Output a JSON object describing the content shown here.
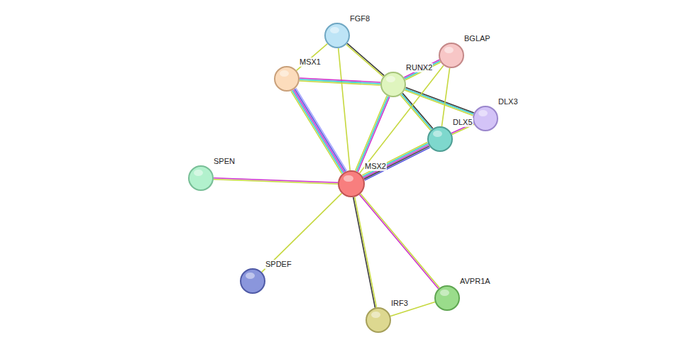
{
  "diagram": {
    "nodes": [
      {
        "text": [
          "FGF8"
        ]
      },
      {
        "text": [
          "BGLAP"
        ]
      },
      {
        "text": [
          "MSX1"
        ]
      },
      {
        "text": [
          "RUNX2"
        ]
      },
      {
        "text": [
          "DLX3"
        ]
      },
      {
        "text": [
          "DLX5"
        ]
      },
      {
        "text": [
          "SPEN"
        ]
      },
      {
        "text": [
          "MSX2"
        ]
      },
      {
        "text": [
          "SPDEF"
        ]
      },
      {
        "text": [
          "IRF3"
        ]
      },
      {
        "text": [
          "AVPR1A"
        ]
      }
    ],
    "edges": [
      {
        "from": 0,
        "to": 2,
        "arrow": "none"
      },
      {
        "from": 0,
        "to": 3,
        "arrow": "none"
      },
      {
        "from": 0,
        "to": 7,
        "arrow": "none"
      },
      {
        "from": 2,
        "to": 3,
        "arrow": "none"
      },
      {
        "from": 2,
        "to": 7,
        "arrow": "none"
      },
      {
        "from": 3,
        "to": 1,
        "arrow": "none"
      },
      {
        "from": 3,
        "to": 4,
        "arrow": "none"
      },
      {
        "from": 3,
        "to": 5,
        "arrow": "none"
      },
      {
        "from": 3,
        "to": 7,
        "arrow": "none"
      },
      {
        "from": 1,
        "to": 5,
        "arrow": "none"
      },
      {
        "from": 1,
        "to": 7,
        "arrow": "none"
      },
      {
        "from": 5,
        "to": 4,
        "arrow": "none"
      },
      {
        "from": 5,
        "to": 7,
        "arrow": "none"
      },
      {
        "from": 6,
        "to": 7,
        "arrow": "none"
      },
      {
        "from": 8,
        "to": 7,
        "arrow": "none"
      },
      {
        "from": 9,
        "to": 7,
        "arrow": "none"
      },
      {
        "from": 10,
        "to": 7,
        "arrow": "none"
      },
      {
        "from": 9,
        "to": 10,
        "arrow": "none"
      }
    ]
  }
}
